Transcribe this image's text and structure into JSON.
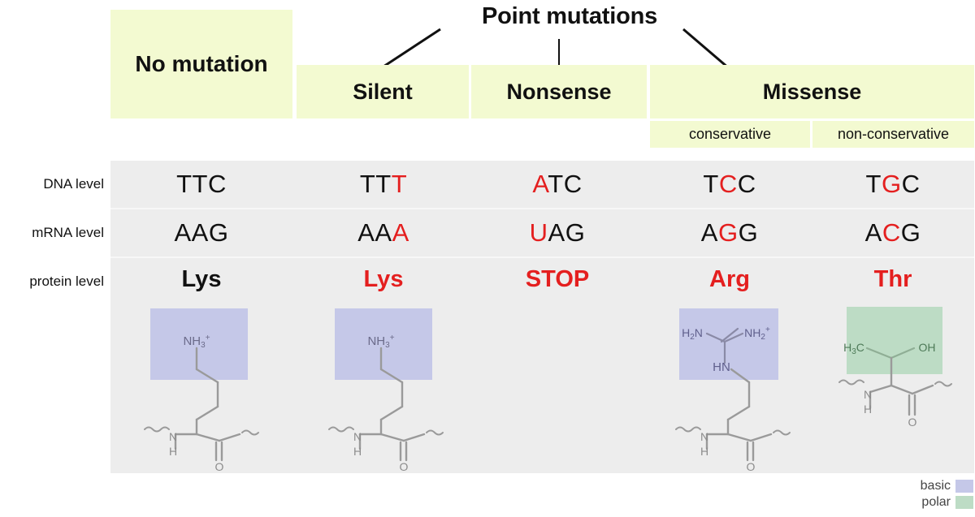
{
  "title": "Point mutations",
  "colors": {
    "header_yellow": "#f3fad1",
    "table_gray": "#ededed",
    "mutation_red": "#e41f1f",
    "basic_swatch": "#c5c8e8",
    "polar_swatch": "#bddcc5"
  },
  "headers": {
    "no_mutation": "No mutation",
    "point_mutations": "Point mutations",
    "silent": "Silent",
    "nonsense": "Nonsense",
    "missense": "Missense",
    "conservative": "conservative",
    "non_conservative": "non-conservative"
  },
  "row_labels": {
    "dna": "DNA level",
    "mrna": "mRNA level",
    "protein": "protein level"
  },
  "columns": [
    {
      "key": "no-mutation",
      "header": "No mutation",
      "dna": [
        {
          "t": "TT",
          "m": false
        },
        {
          "t": "C",
          "m": false
        }
      ],
      "mrna": [
        {
          "t": "AA",
          "m": false
        },
        {
          "t": "G",
          "m": false
        }
      ],
      "protein": "Lys",
      "protein_mutated": false,
      "structure": "lysine",
      "swatch": "basic",
      "side_chain_label": "NH3+"
    },
    {
      "key": "silent",
      "header": "Silent",
      "dna": [
        {
          "t": "TT",
          "m": false
        },
        {
          "t": "T",
          "m": true
        }
      ],
      "mrna": [
        {
          "t": "AA",
          "m": false
        },
        {
          "t": "A",
          "m": true
        }
      ],
      "protein": "Lys",
      "protein_mutated": true,
      "structure": "lysine",
      "swatch": "basic",
      "side_chain_label": "NH3+"
    },
    {
      "key": "nonsense",
      "header": "Nonsense",
      "dna": [
        {
          "t": "A",
          "m": true
        },
        {
          "t": "TC",
          "m": false
        }
      ],
      "mrna": [
        {
          "t": "U",
          "m": true
        },
        {
          "t": "AG",
          "m": false
        }
      ],
      "protein": "STOP",
      "protein_mutated": true,
      "structure": "none",
      "swatch": "none",
      "side_chain_label": ""
    },
    {
      "key": "missense-conservative",
      "header": "conservative",
      "dna": [
        {
          "t": "T",
          "m": false
        },
        {
          "t": "C",
          "m": true
        },
        {
          "t": "C",
          "m": false
        }
      ],
      "mrna": [
        {
          "t": "A",
          "m": false
        },
        {
          "t": "G",
          "m": true
        },
        {
          "t": "G",
          "m": false
        }
      ],
      "protein": "Arg",
      "protein_mutated": true,
      "structure": "arginine",
      "swatch": "basic",
      "side_chain_label": "H2N / NH2+ / HN"
    },
    {
      "key": "missense-non-conservative",
      "header": "non-conservative",
      "dna": [
        {
          "t": "T",
          "m": false
        },
        {
          "t": "G",
          "m": true
        },
        {
          "t": "C",
          "m": false
        }
      ],
      "mrna": [
        {
          "t": "A",
          "m": false
        },
        {
          "t": "C",
          "m": true
        },
        {
          "t": "G",
          "m": false
        }
      ],
      "protein": "Thr",
      "protein_mutated": true,
      "structure": "threonine",
      "swatch": "polar",
      "side_chain_label": "H3C / OH"
    }
  ],
  "structure_labels": {
    "nh3_plus": "NH",
    "nh3_sub": "3",
    "nh3_sup": "+",
    "h2n": "H",
    "h2n_sub": "2",
    "h2n_rest": "N",
    "nh2_plus": "NH",
    "nh2_sub": "2",
    "nh2_sup": "+",
    "hn": "HN",
    "h3c": "H",
    "h3c_sub": "3",
    "h3c_rest": "C",
    "oh": "OH",
    "n": "N",
    "h": "H",
    "o": "O"
  },
  "legend": [
    {
      "label": "basic",
      "color": "#c5c8e8"
    },
    {
      "label": "polar",
      "color": "#bddcc5"
    }
  ]
}
